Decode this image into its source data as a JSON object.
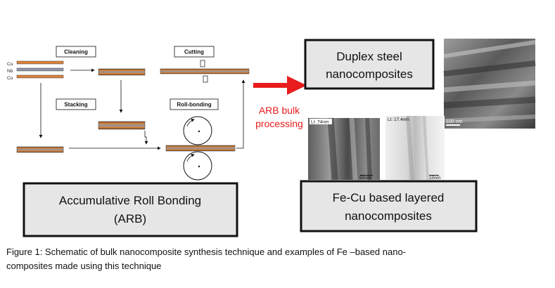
{
  "arb": {
    "steps": {
      "cleaning": "Cleaning",
      "cutting": "Cutting",
      "stacking": "Stacking",
      "roll_bonding": "Roll-bonding"
    },
    "layers": [
      "Cu",
      "Nb",
      "Cu"
    ],
    "box_line1": "Accumulative Roll Bonding",
    "box_line2": "(ARB)"
  },
  "arrow_label": {
    "line1": "ARB bulk",
    "line2": "processing"
  },
  "duplex": {
    "line1": "Duplex steel",
    "line2": "nanocomposites",
    "scale": "100 nm"
  },
  "fecu": {
    "line1": "Fe-Cu based layered",
    "line2": "nanocomposites",
    "img1_label": "Lt: 74nm",
    "img1_scale": "50nm",
    "img2_label": "Lt: 17.4nm",
    "img2_scale": "10nm"
  },
  "caption": {
    "line1": "Figure 1: Schematic of bulk nanocomposite synthesis technique and examples of Fe –based nano-",
    "line2": "composites made using this technique"
  },
  "colors": {
    "copper": "#d9823a",
    "niobium": "#8c97a6",
    "accent_red": "#e81c1c",
    "label_box_fill": "#e6e6e6"
  }
}
